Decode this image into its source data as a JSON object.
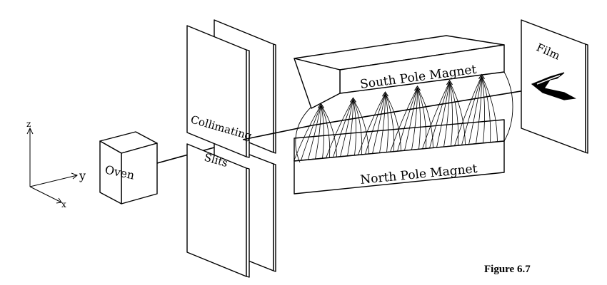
{
  "axes": {
    "z": "z",
    "y": "y",
    "x": "x"
  },
  "labels": {
    "oven": "Oven",
    "collimating": "Collimating",
    "slits": "Slits",
    "south_magnet": "South Pole Magnet",
    "north_magnet": "North Pole Magnet",
    "film": "Film"
  },
  "caption": "Figure 6.7",
  "colors": {
    "ink": "#000000",
    "paper": "#ffffff"
  }
}
